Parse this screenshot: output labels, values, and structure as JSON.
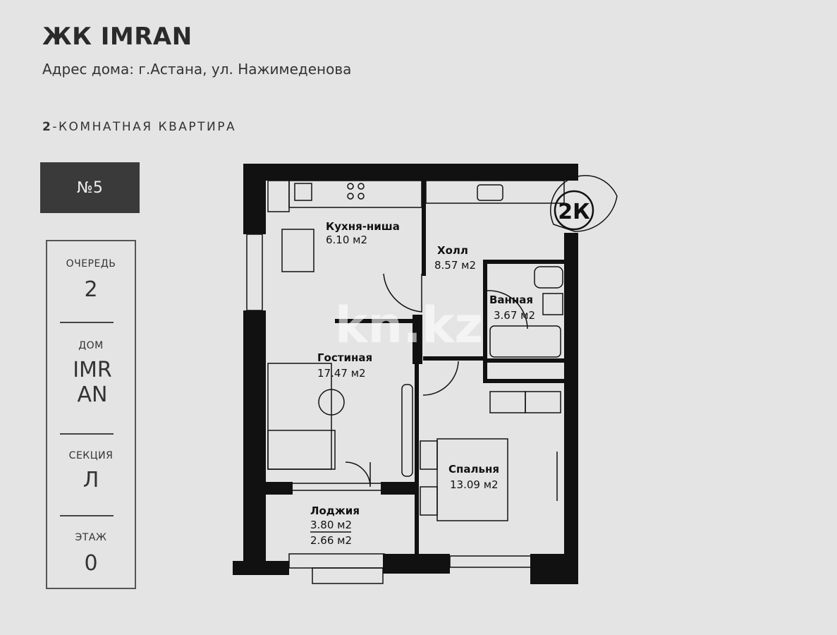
{
  "header": {
    "title": "ЖК IMRAN",
    "address": "Адрес дома: г.Астана, ул. Нажимеденова",
    "rooms_count": "2",
    "apartment_type": "-КОМНАТНАЯ КВАРТИРА"
  },
  "apartment_number": "№5",
  "info": [
    {
      "label": "ОЧЕРЕДЬ",
      "value": "2"
    },
    {
      "label": "ДОМ",
      "value": "IMR AN"
    },
    {
      "label": "СЕКЦИЯ",
      "value": "Л"
    },
    {
      "label": "ЭТАЖ",
      "value": "0"
    }
  ],
  "plan": {
    "badge": "2К",
    "watermark": "kn.kz",
    "rooms": [
      {
        "name": "Кухня-ниша",
        "area": "6.10 м2"
      },
      {
        "name": "Холл",
        "area": "8.57 м2"
      },
      {
        "name": "Ванная",
        "area": "3.67 м2"
      },
      {
        "name": "Гостиная",
        "area": "17.47 м2"
      },
      {
        "name": "Спальня",
        "area": "13.09 м2"
      },
      {
        "name": "Лоджия",
        "area": "3.80 м2",
        "area2": "2.66 м2"
      }
    ]
  }
}
